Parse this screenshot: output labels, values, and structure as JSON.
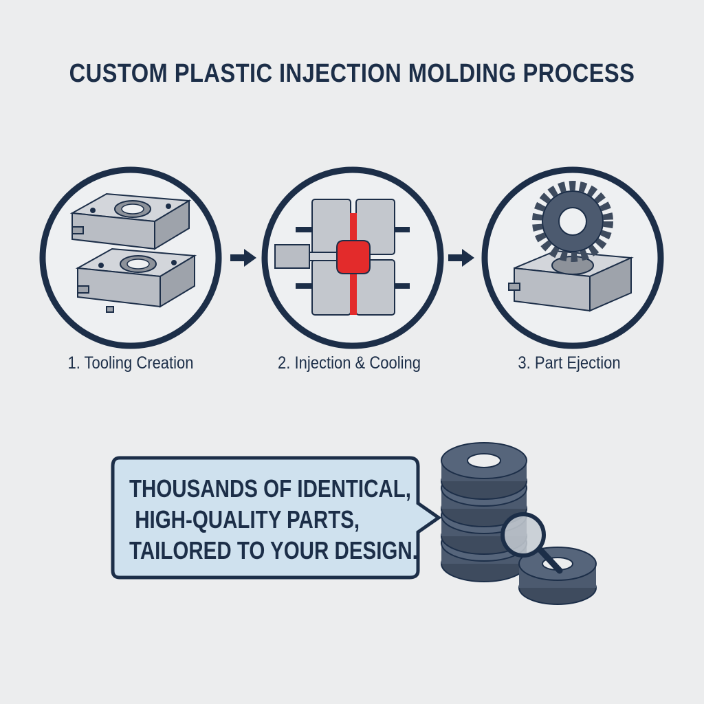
{
  "title": "CUSTOM PLASTIC INJECTION MOLDING PROCESS",
  "steps": [
    {
      "label": "1. Tooling Creation",
      "icon": "mold-tool-icon"
    },
    {
      "label": "2. Injection & Cooling",
      "icon": "injection-icon"
    },
    {
      "label": "3. Part Ejection",
      "icon": "gear-ejection-icon"
    }
  ],
  "callout": {
    "lines": [
      "THOUSANDS OF IDENTICAL,",
      "HIGH-QUALITY PARTS,",
      "TAILORED TO YOUR DESIGN."
    ]
  },
  "colors": {
    "navy": "#1c2e48",
    "metal": "#b9bdc4",
    "plastic_red": "#e32b2b",
    "callout_fill": "#cfe1ee",
    "gear_dark": "#3e4b5e"
  }
}
